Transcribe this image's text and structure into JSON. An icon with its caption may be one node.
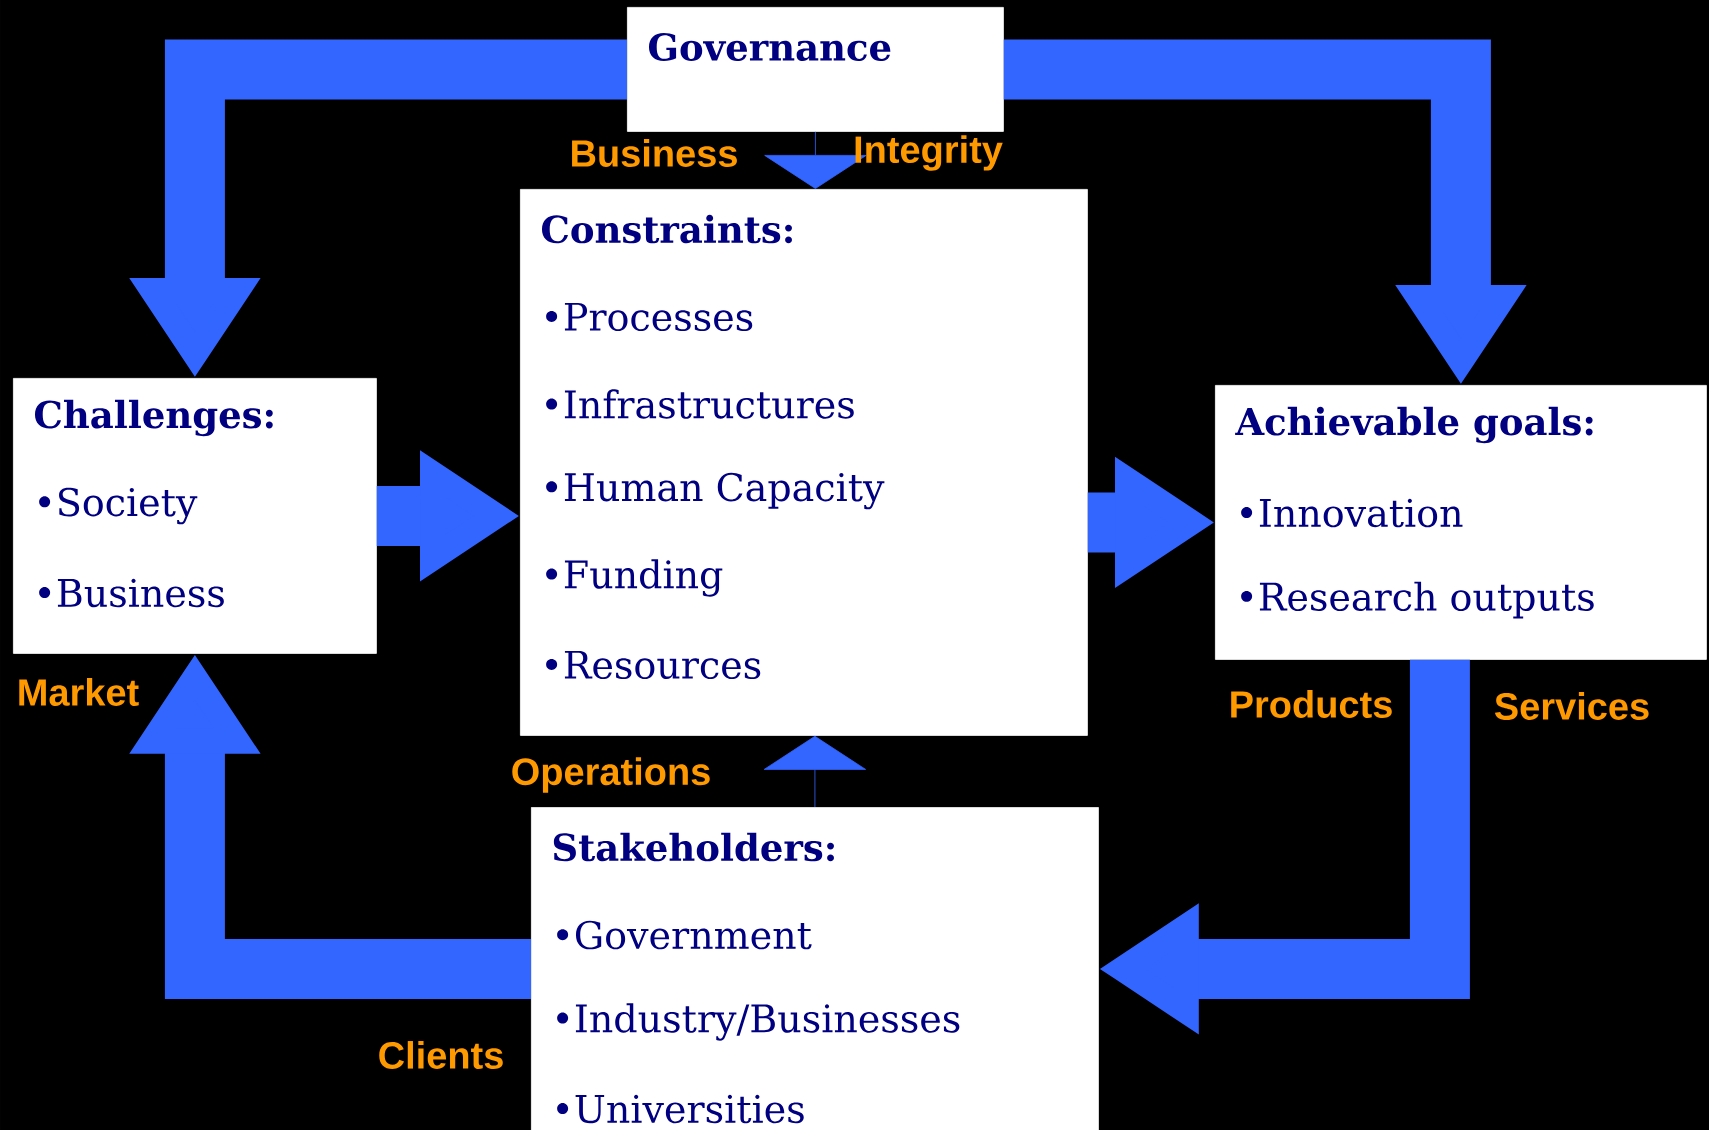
{
  "diagram": {
    "nodes": [
      {
        "text": [
          "Governance"
        ]
      },
      {
        "text": [
          "Constraints:",
          "•Processes",
          "•Infrastructures",
          "•Human Capacity",
          "•Funding",
          "•Resources"
        ]
      },
      {
        "text": [
          "Challenges:",
          "•Society",
          "•Business"
        ]
      },
      {
        "text": [
          "Achievable goals:",
          "•Innovation",
          "•Research outputs"
        ]
      },
      {
        "text": [
          "Stakeholders:",
          "•Government",
          "•Industry/Businesses",
          "•Universities"
        ]
      }
    ],
    "edges": [
      {
        "from": 0,
        "to": 2,
        "arrow": "to"
      },
      {
        "from": 0,
        "to": 3,
        "arrow": "to"
      },
      {
        "from": 0,
        "to": 1,
        "arrow": "to"
      },
      {
        "from": 2,
        "to": 1,
        "arrow": "to"
      },
      {
        "from": 1,
        "to": 3,
        "arrow": "to"
      },
      {
        "from": 4,
        "to": 1,
        "arrow": "to"
      },
      {
        "from": 3,
        "to": 4,
        "arrow": "to"
      },
      {
        "from": 4,
        "to": 2,
        "arrow": "to"
      }
    ],
    "labels": [
      "Business",
      "Integrity",
      "Market",
      "Products",
      "Services",
      "Operations",
      "Clients"
    ]
  }
}
